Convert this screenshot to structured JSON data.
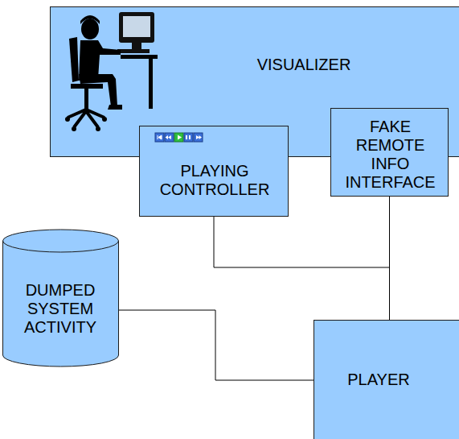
{
  "diagram": {
    "nodes": [
      {
        "text": [
          "VISUALIZER"
        ]
      },
      {
        "text": [
          "PLAYING CONTROLLER"
        ],
        "in": 0
      },
      {
        "text": [
          "FAKE REMOTE INFO INTERFACE"
        ],
        "in": 0
      },
      {
        "text": [
          "DUMPED SYSTEM ACTIVITY"
        ]
      },
      {
        "text": [
          "PLAYER"
        ]
      }
    ],
    "edges": [
      {
        "from": 1,
        "to": 4,
        "arrow": "none"
      },
      {
        "from": 2,
        "to": 4,
        "arrow": "none"
      },
      {
        "from": 3,
        "to": 4,
        "arrow": "none"
      }
    ]
  }
}
